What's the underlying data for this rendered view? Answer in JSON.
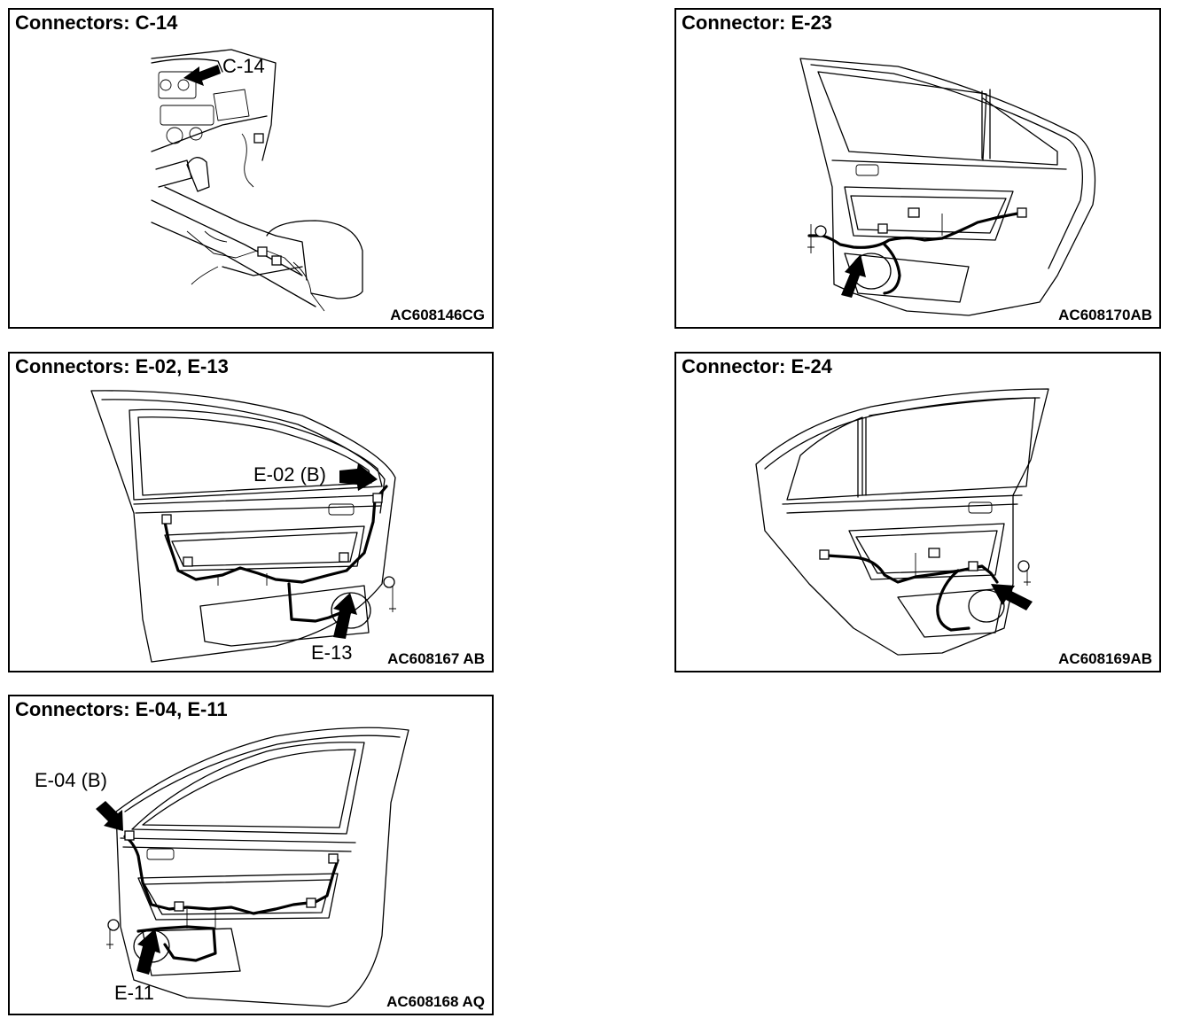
{
  "panels": {
    "c14": {
      "title": "Connectors: C-14",
      "code": "AC608146CG",
      "callouts": [
        "C-14"
      ]
    },
    "e23": {
      "title": "Connector: E-23",
      "code": "AC608170AB",
      "callouts": []
    },
    "e02": {
      "title": "Connectors: E-02, E-13",
      "code": "AC608167 AB",
      "callouts": [
        "E-02 (B)",
        "E-13"
      ]
    },
    "e24": {
      "title": "Connector: E-24",
      "code": "AC608169AB",
      "callouts": []
    },
    "e04": {
      "title": "Connectors: E-04, E-11",
      "code": "AC608168 AQ",
      "callouts": [
        "E-04 (B)",
        "E-11"
      ]
    }
  }
}
